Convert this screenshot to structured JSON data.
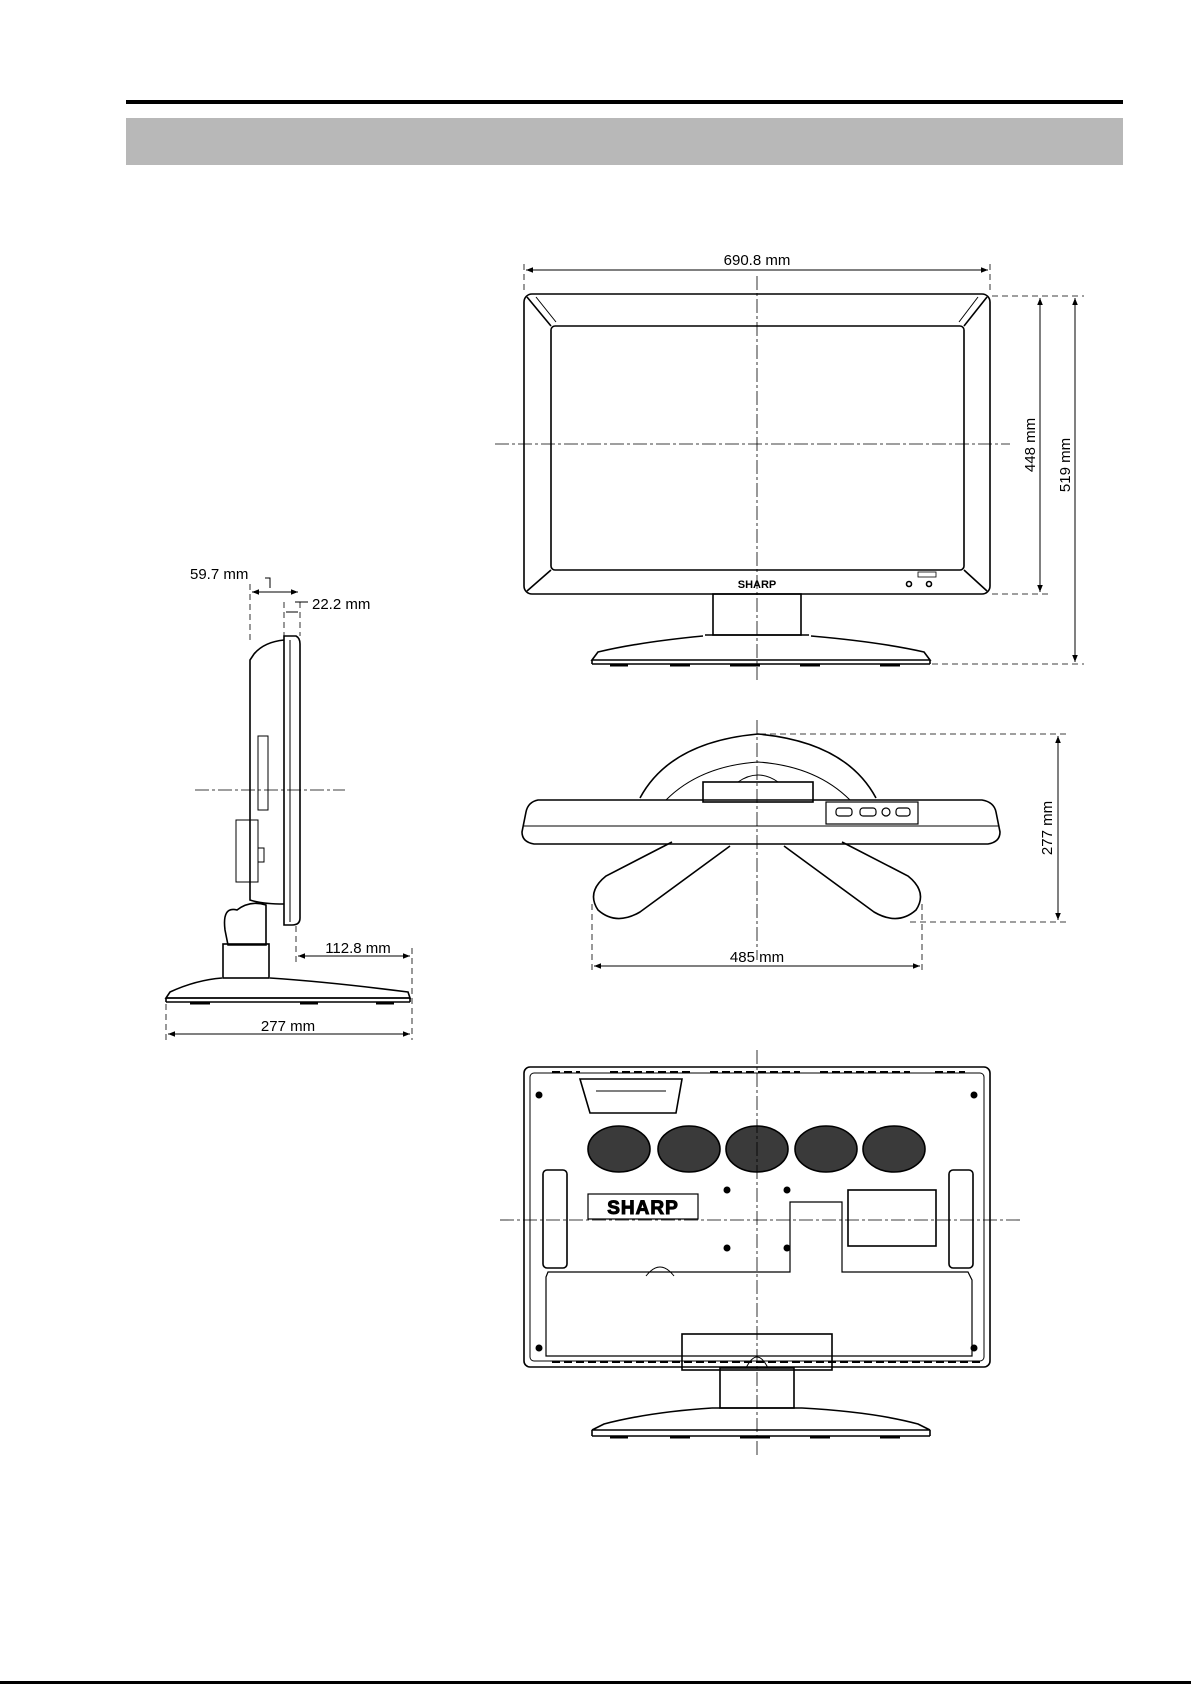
{
  "front_view": {
    "width_label": "690.8 mm",
    "screen_height_label": "448 mm",
    "total_height_label": "519 mm",
    "brand_logo": "SHARP"
  },
  "side_view": {
    "depth_top_label": "59.7 mm",
    "panel_depth_label": "22.2 mm",
    "front_overhang_label": "112.8 mm",
    "base_depth_label": "277 mm"
  },
  "top_view": {
    "base_width_label": "485 mm",
    "base_depth_label": "277 mm"
  },
  "rear_view": {
    "brand_logo": "SHARP"
  }
}
